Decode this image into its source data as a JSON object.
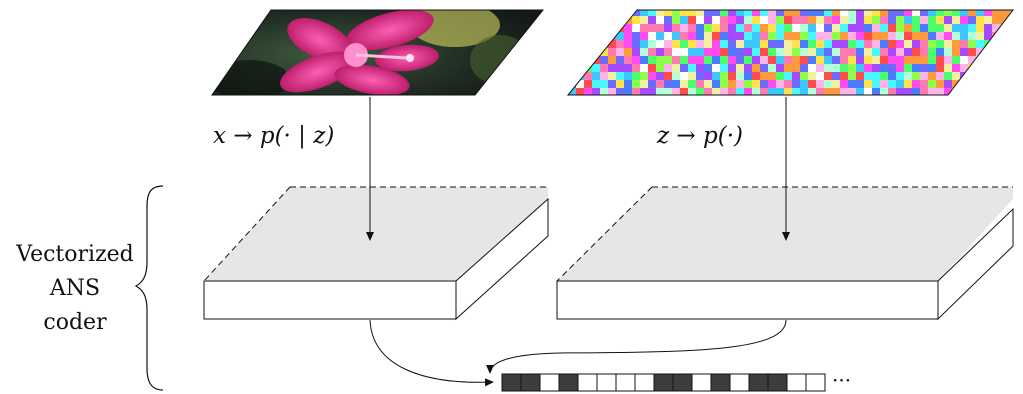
{
  "side_label": {
    "line1": "Vectorized",
    "line2": "ANS",
    "line3": "coder"
  },
  "formulas": {
    "left": "x → p(· | z)",
    "right": "z → p(·)"
  },
  "message_stack": {
    "cells": [
      "dark",
      "dark",
      "white",
      "dark",
      "white",
      "white",
      "white",
      "white",
      "dark",
      "dark",
      "white",
      "dark",
      "white",
      "dark",
      "dark",
      "white",
      "white"
    ],
    "ellipsis": "···"
  },
  "colors": {
    "stroke": "#111111",
    "coder_top_fill": "#e6e6e6",
    "cell_dark": "#3d3d3d",
    "flower_petal": "#d81e7c",
    "flower_background": "#2a3a2c"
  }
}
